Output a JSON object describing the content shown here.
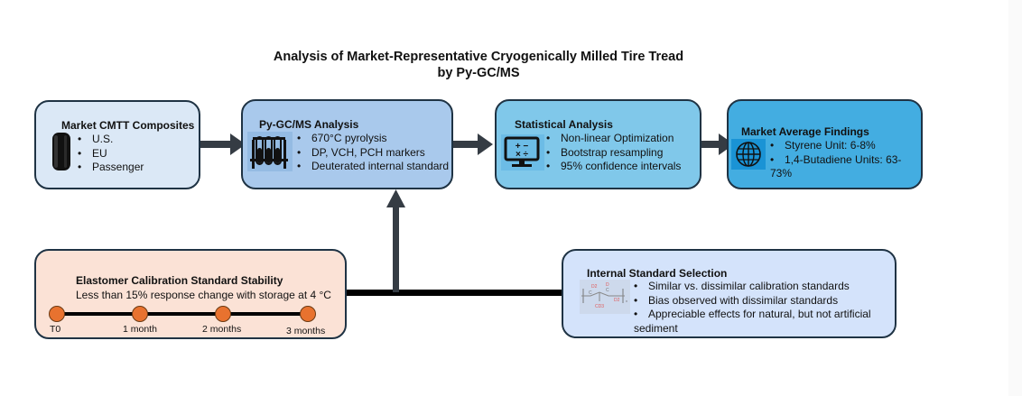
{
  "title": {
    "line1": "Analysis of Market-Representative Cryogenically Milled Tire Tread",
    "line2": "by Py-GC/MS"
  },
  "colors": {
    "box1_fill": "#dbe8f6",
    "box2_fill": "#a9c9ec",
    "box3_fill": "#80c8ea",
    "box4_fill": "#43ade1",
    "stability_fill": "#fbe2d6",
    "internal_fill": "#d4e3fb",
    "arrow": "#353c44",
    "timeline_dot": "#e8722f"
  },
  "boxes": {
    "market": {
      "title": "Market CMTT Composites",
      "icon": "tire-icon",
      "items": [
        "U.S.",
        "EU",
        "Passenger"
      ]
    },
    "pygcms": {
      "title": "Py-GC/MS Analysis",
      "icon": "test-tubes-icon",
      "items": [
        "670°C pyrolysis",
        "DP, VCH, PCH markers",
        "Deuterated internal standard"
      ]
    },
    "stats": {
      "title": "Statistical Analysis",
      "icon": "calculator-monitor-icon",
      "items": [
        "Non-linear Optimization",
        "Bootstrap resampling",
        "95% confidence intervals"
      ]
    },
    "findings": {
      "title": "Market Average Findings",
      "icon": "globe-icon",
      "items": [
        "Styrene Unit: 6-8%",
        "1,4-Butadiene Units: 63-73%"
      ]
    },
    "stability": {
      "title": "Elastomer Calibration Standard Stability",
      "subtitle": "Less than 15% response change with storage at 4 °C",
      "timeline": [
        "T0",
        "1 month",
        "2 months",
        "3 months"
      ]
    },
    "internal": {
      "title": "Internal Standard Selection",
      "icon": "deuterated-polymer-structure-icon",
      "items": [
        "Similar vs. dissimilar calibration standards",
        "Bias observed with dissimilar standards",
        "Appreciable effects for natural, but not artificial sediment"
      ],
      "structure_labels": [
        "D2",
        "D",
        "D2",
        "CD3"
      ]
    }
  }
}
